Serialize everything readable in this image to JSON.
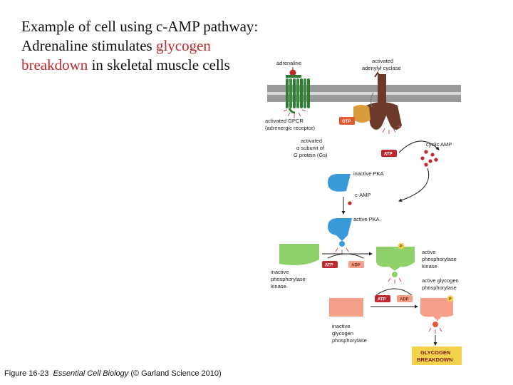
{
  "title": {
    "line1": "Example of cell using c-AMP pathway:",
    "line2_prefix": "Adrenaline stimulates ",
    "line2_highlight": "glycogen",
    "line3_highlight": "breakdown",
    "line3_suffix": " in skeletal muscle cells"
  },
  "caption": {
    "figure": "Figure 16-23",
    "book": "Essential Cell Biology",
    "credit": "(© Garland Science 2010)"
  },
  "diagram": {
    "adrenaline": "adrenaline",
    "adenylyl_1": "activated",
    "adenylyl_2": "adenylyl cyclase",
    "gpcr_1": "activated GPCR",
    "gpcr_2": "(adrenergic receptor)",
    "galpha_1": "activated",
    "galpha_2": "α subunit of",
    "galpha_3": "G protein (Gs)",
    "gtp": "GTP",
    "atp": "ATP",
    "adp": "ADP",
    "p": "P",
    "cyclic_amp": "cyclic AMP",
    "inactive_pka": "inactive PKA",
    "camp": "c-AMP",
    "active_pka": "active PKA",
    "inactive_pk_1": "inactive",
    "inactive_pk_2": "phosphorylase",
    "inactive_pk_3": "kinase",
    "active_pk_1": "active",
    "active_pk_2": "phosphorylase",
    "active_pk_3": "kinase",
    "active_gp_1": "active glycogen",
    "active_gp_2": "phosphorylase",
    "inactive_gp_1": "inactive",
    "inactive_gp_2": "glycogen",
    "inactive_gp_3": "phosphorylase",
    "glycogen_1": "GLYCOGEN",
    "glycogen_2": "BREAKDOWN"
  },
  "colors": {
    "title_highlight": "#c0282d",
    "membrane": "#8a8a8a",
    "receptor": "#2e7d32",
    "adenylyl_cyclase": "#6b3a2a",
    "g_protein": "#d89a3a",
    "pka": "#3a9ad9",
    "kinase": "#8fd06a",
    "phosphorylase": "#f4a08a",
    "camp_dot": "#c0282d",
    "glycogen_box": "#f4d24a"
  }
}
